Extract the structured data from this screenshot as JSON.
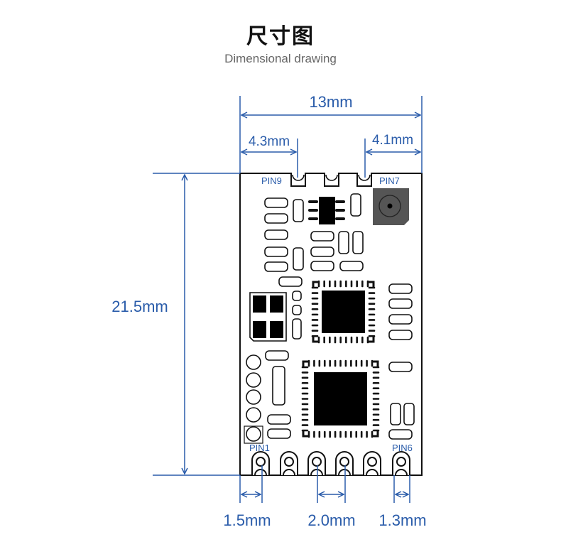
{
  "title": "尺寸图",
  "subtitle": "Dimensional drawing",
  "colors": {
    "dimension": "#2a5caa",
    "outline": "#111111",
    "chip": "#000000",
    "mic": "#555555"
  },
  "dimensions": {
    "width": "13mm",
    "left_pin_offset": "4.3mm",
    "right_pin_offset": "4.1mm",
    "height": "21.5mm",
    "pin1_offset": "1.5mm",
    "pin_pitch": "2.0mm",
    "pin6_offset": "1.3mm"
  },
  "pins": {
    "pin9": "PIN9",
    "pin7": "PIN7",
    "pin1": "PIN1",
    "pin6": "PIN6"
  }
}
